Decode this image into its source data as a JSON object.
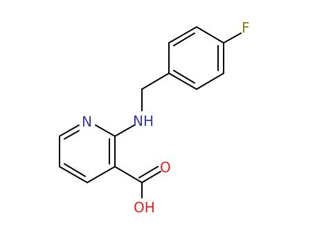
{
  "molecule": {
    "colors": {
      "bond": "#000000",
      "nitrogen": "#3a3a9e",
      "oxygen": "#e02020",
      "fluorine": "#8b7a16"
    },
    "atom_labels": {
      "fluorine": "F",
      "amine": "NH",
      "ring_nitrogen": "N",
      "carbonyl_oxygen": "O",
      "hydroxyl": "OH"
    }
  }
}
